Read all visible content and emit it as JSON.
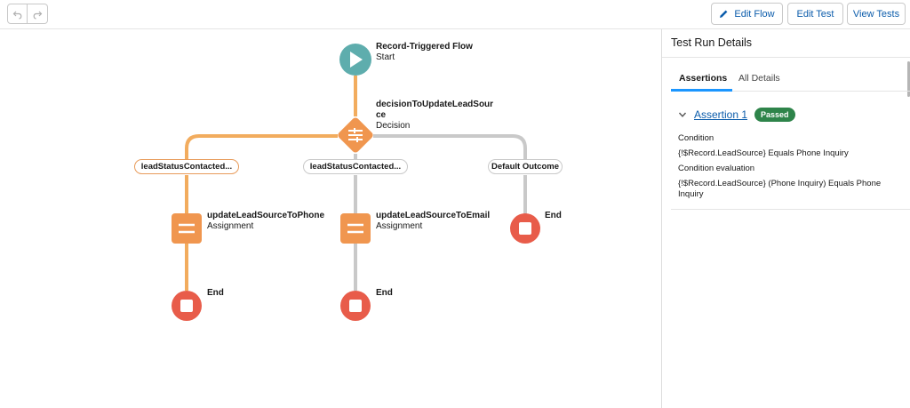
{
  "toolbar": {
    "undo_icon": "undo-icon",
    "redo_icon": "redo-icon",
    "edit_flow_label": "Edit Flow",
    "edit_flow_icon": "pencil-icon",
    "edit_test_label": "Edit Test",
    "view_tests_label": "View Tests"
  },
  "canvas": {
    "start": {
      "title": "Record-Triggered Flow",
      "subtitle": "Start"
    },
    "decision": {
      "title_line1": "decisionToUpdateLeadSour",
      "title_line2": "ce",
      "subtitle": "Decision"
    },
    "outcomes": [
      {
        "label": "leadStatusContacted..."
      },
      {
        "label": "leadStatusContacted..."
      },
      {
        "label": "Default Outcome"
      }
    ],
    "assignments": [
      {
        "title": "updateLeadSourceToPhone",
        "subtitle": "Assignment"
      },
      {
        "title": "updateLeadSourceToEmail",
        "subtitle": "Assignment"
      }
    ],
    "ends": [
      {
        "label": "End"
      },
      {
        "label": "End"
      },
      {
        "label": "End"
      }
    ],
    "colors": {
      "active_path": "#f2ac5e",
      "inactive_path": "#c9c9c9",
      "start_node": "#5eadad",
      "decision_node": "#f0964f",
      "assignment_node": "#f0964f",
      "end_node": "#e85c4a"
    }
  },
  "panel": {
    "title": "Test Run Details",
    "tabs": [
      {
        "label": "Assertions",
        "active": true
      },
      {
        "label": "All Details",
        "active": false
      }
    ],
    "assertion": {
      "name": "Assertion 1",
      "status": "Passed",
      "status_color": "#2e844a",
      "condition_label": "Condition",
      "condition_value": "{!$Record.LeadSource} Equals Phone Inquiry",
      "evaluation_label": "Condition evaluation",
      "evaluation_value": "{!$Record.LeadSource} (Phone Inquiry) Equals Phone Inquiry"
    }
  }
}
